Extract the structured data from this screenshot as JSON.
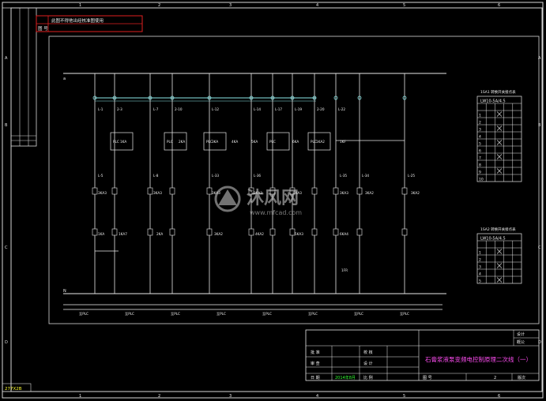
{
  "header_note": "此图不得他出经核准图使用",
  "header_label": "图  号",
  "frame": {
    "cols": [
      "1",
      "2",
      "3",
      "4",
      "5",
      "6"
    ],
    "rows": [
      "A",
      "B",
      "C",
      "D"
    ]
  },
  "bus_top_label": "a",
  "bus_bottom_label": "N",
  "top_wires": [
    "L-1",
    "2-3",
    "L-7",
    "2-10",
    "L-12",
    "L-14",
    "L-17",
    "L-19",
    "2-20",
    "L-22"
  ],
  "plc_labels": [
    "PLC",
    "PLC",
    "PLC",
    "PLC",
    "PLC"
  ],
  "contact_labels": [
    "1KA",
    "2KA",
    "3KA",
    "4KA",
    "5KA",
    "6KA",
    "1KA2",
    "1KF"
  ],
  "mid_labels": [
    "L-5",
    "L-8",
    "L-33",
    "L-36",
    "L-35",
    "L-34",
    "L-25"
  ],
  "relay_labels": [
    "3KA3",
    "3KA3",
    "3KA3",
    "3KA3",
    "3KA3",
    "3KA3",
    "3KA2",
    "3KA2"
  ],
  "coil_labels": [
    "1KA",
    "1KA7",
    "2KA",
    "3KA2",
    "4KA2",
    "5KA3",
    "6KA4",
    "1FR"
  ],
  "table1": {
    "title": "1SA1 转换开关接点表",
    "model": "LW10-5A/4.5",
    "rows": [
      "1",
      "2",
      "3",
      "4",
      "5",
      "6",
      "7",
      "8",
      "9",
      "10"
    ]
  },
  "table2": {
    "title": "1SA2 转换开关接点表",
    "model": "LW10-5A/4.5",
    "rows": [
      "1",
      "2",
      "3",
      "4",
      "5"
    ]
  },
  "bottom_terminals": [
    "至PLC",
    "至PLC",
    "至PLC",
    "至PLC",
    "至PLC",
    "至PLC",
    "至PLC",
    "至PLC"
  ],
  "title_block": {
    "drawing_title": "石膏浆液泵变频电控制原理二次线（一）",
    "design_label": "设计",
    "design_value": "概公",
    "row1": [
      "批 准",
      "校 核"
    ],
    "row2": [
      "审 查",
      "设 计"
    ],
    "row3": [
      "日 期",
      "2014年8月",
      "比 例",
      "图 号",
      "2",
      "版次"
    ]
  },
  "corner_code": "277X2B",
  "watermark": {
    "brand": "沐风网",
    "url": "www.mfcad.com"
  }
}
